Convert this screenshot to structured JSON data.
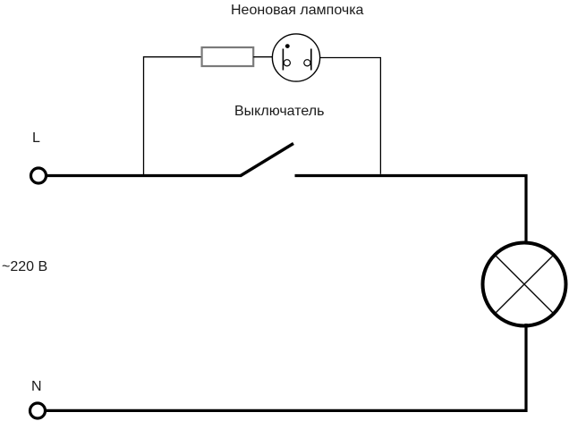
{
  "diagram": {
    "kind": "electrical-schematic",
    "labels": {
      "neon_lamp": "Неоновая лампочка",
      "switch": "Выключатель",
      "terminal_live": "L",
      "terminal_neutral": "N",
      "voltage": "~220 В"
    },
    "colors": {
      "line": "#000000",
      "resistor_outline": "#7a7a7a",
      "background": "#ffffff",
      "text": "#1a1a1a"
    },
    "components": [
      {
        "type": "terminal",
        "name": "live-terminal",
        "label": "L"
      },
      {
        "type": "resistor",
        "name": "series-resistor",
        "label": ""
      },
      {
        "type": "neon-lamp",
        "name": "neon-indicator",
        "label": "Неоновая лампочка"
      },
      {
        "type": "switch-open",
        "name": "wall-switch",
        "label": "Выключатель"
      },
      {
        "type": "incandescent-lamp",
        "name": "main-lamp",
        "label": ""
      },
      {
        "type": "terminal",
        "name": "neutral-terminal",
        "label": "N"
      }
    ]
  }
}
